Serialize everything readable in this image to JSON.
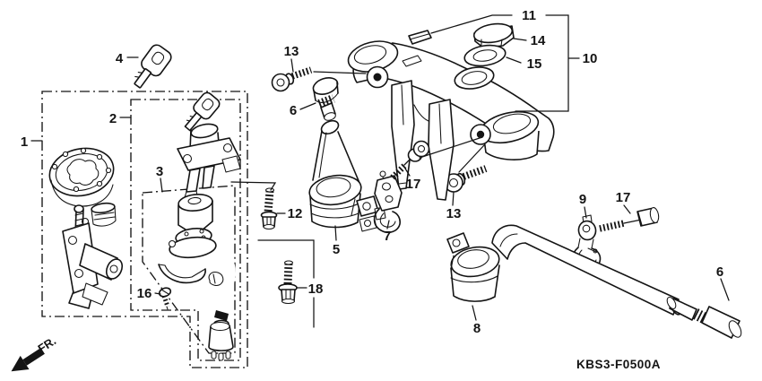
{
  "diagram": {
    "code": "KBS3-F0500A",
    "front_indicator": "FR.",
    "part_numbers": {
      "1": "1",
      "2": "2",
      "3": "3",
      "4": "4",
      "5": "5",
      "6": "6",
      "7": "7",
      "8": "8",
      "9": "9",
      "10": "10",
      "11": "11",
      "12": "12",
      "13": "13",
      "14": "14",
      "15": "15",
      "16": "16",
      "17": "17",
      "18": "18"
    }
  }
}
